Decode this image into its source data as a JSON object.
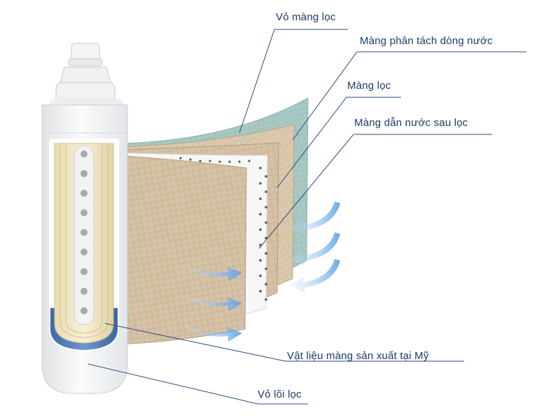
{
  "labels": {
    "housing": "Vỏ màng lọc",
    "separator": "Màng phân tách dòng nước",
    "filter": "Màng lọc",
    "post_filter": "Màng dẫn nước sau lọc",
    "material": "Vật liệu màng sản xuất tại Mỹ",
    "core_shell": "Vỏ lõi lọc"
  },
  "colors": {
    "label_text": "#1a3a6b",
    "leader_line": "#2b4a7e",
    "outer_layer": "#9cc3c2",
    "membrane_beige": "#d4bfa2",
    "membrane_white": "#f4f4f4",
    "flow_arrow": "#7fb3e8",
    "cartridge_body": "#f2f3f4",
    "blue_cup": "#4e7bb8"
  },
  "icons": [
    "flow-arrow-icon",
    "filter-cartridge-icon"
  ]
}
